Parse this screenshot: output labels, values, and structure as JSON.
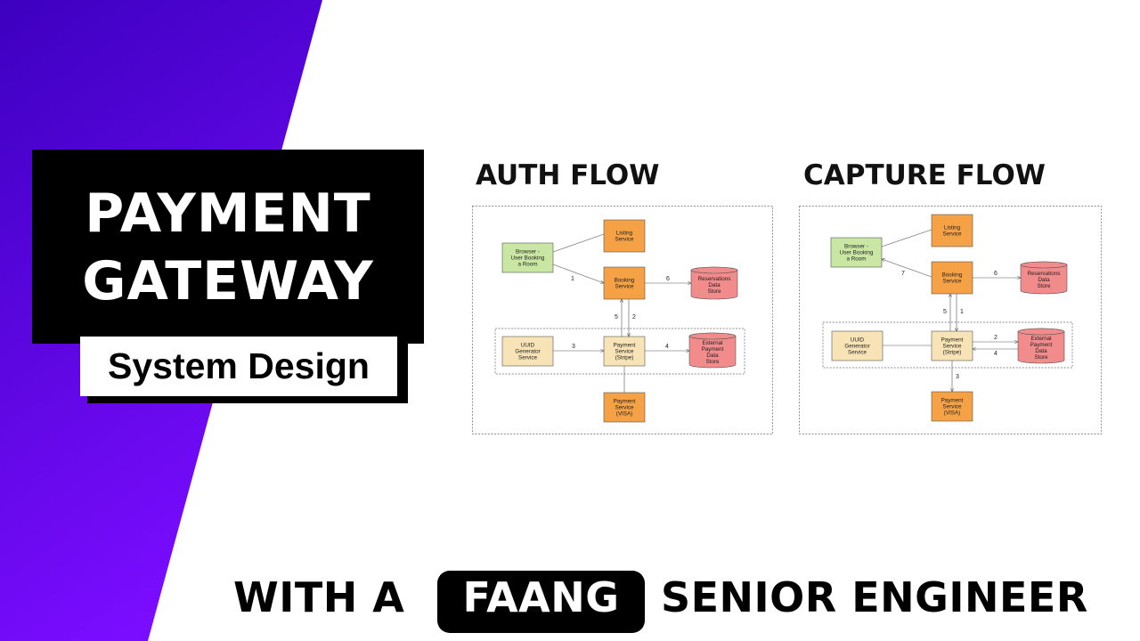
{
  "colors": {
    "stripe_top": "#3d00c0",
    "stripe_bottom": "#7a0cff",
    "client_fill": "#c9e7a3",
    "service_fill": "#f5a145",
    "internal_fill": "#f7e3b5",
    "datastore_fill": "#f28b8b"
  },
  "title": {
    "line1": "PAYMENT",
    "line2": "GATEWAY",
    "subtitle": "System Design"
  },
  "diagrams": {
    "auth": {
      "heading": "AUTH FLOW",
      "browser": [
        "Browser -",
        "User Booking",
        "a Room"
      ],
      "listing": [
        "Listing",
        "Service"
      ],
      "booking": [
        "Booking",
        "Service"
      ],
      "reservations": [
        "Reservations",
        "Data",
        "Store"
      ],
      "uuid": [
        "UUID",
        "Generator",
        "Service"
      ],
      "payment_stripe": [
        "Payment",
        "Service",
        "(Stripe)"
      ],
      "external": [
        "External",
        "Payment",
        "Data",
        "Store"
      ],
      "payment_visa": [
        "Payment",
        "Service",
        "(VISA)"
      ],
      "edge_labels": {
        "browser_booking": "1",
        "booking_payment": "2",
        "uuid_payment": "3",
        "payment_external": "4",
        "payment_booking": "5",
        "booking_reservations": "6"
      }
    },
    "capture": {
      "heading": "CAPTURE FLOW",
      "browser": [
        "Browser -",
        "User Booking",
        "a Room"
      ],
      "listing": [
        "Listing",
        "Service"
      ],
      "booking": [
        "Booking",
        "Service"
      ],
      "reservations": [
        "Reservations",
        "Data",
        "Store"
      ],
      "uuid": [
        "UUID",
        "Generator",
        "Service"
      ],
      "payment_stripe": [
        "Payment",
        "Service",
        "(Stripe)"
      ],
      "external": [
        "External",
        "Payment",
        "Data",
        "Store"
      ],
      "payment_visa": [
        "Payment",
        "Service",
        "(VISA)"
      ],
      "edge_labels": {
        "booking_payment": "1",
        "payment_external_out": "2",
        "payment_visa": "3",
        "external_payment_back": "4",
        "payment_booking": "5",
        "booking_reservations": "6",
        "booking_browser": "7"
      }
    }
  },
  "bottom": {
    "with": "WITH A",
    "faang": "FAANG",
    "senior": "SENIOR ENGINEER"
  }
}
